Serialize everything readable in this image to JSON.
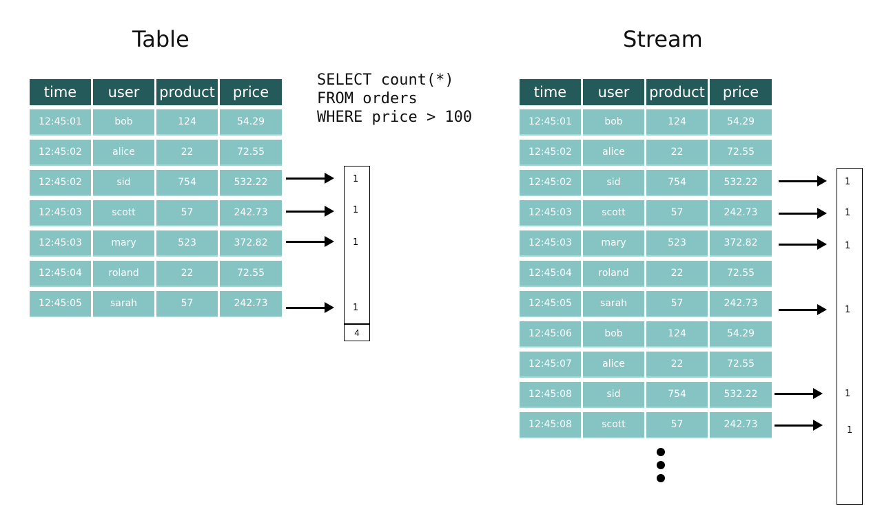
{
  "table_panel": {
    "title": "Table",
    "columns": [
      "time",
      "user",
      "product",
      "price"
    ],
    "rows": [
      [
        "12:45:01",
        "bob",
        "124",
        "54.29"
      ],
      [
        "12:45:02",
        "alice",
        "22",
        "72.55"
      ],
      [
        "12:45:02",
        "sid",
        "754",
        "532.22"
      ],
      [
        "12:45:03",
        "scott",
        "57",
        "242.73"
      ],
      [
        "12:45:03",
        "mary",
        "523",
        "372.82"
      ],
      [
        "12:45:04",
        "roland",
        "22",
        "72.55"
      ],
      [
        "12:45:05",
        "sarah",
        "57",
        "242.73"
      ]
    ],
    "counts": [
      "1",
      "1",
      "1",
      "1"
    ],
    "total": "4"
  },
  "query": {
    "lines": [
      "SELECT count(*)",
      "FROM orders",
      "WHERE price > 100"
    ]
  },
  "stream_panel": {
    "title": "Stream",
    "columns": [
      "time",
      "user",
      "product",
      "price"
    ],
    "rows": [
      [
        "12:45:01",
        "bob",
        "124",
        "54.29"
      ],
      [
        "12:45:02",
        "alice",
        "22",
        "72.55"
      ],
      [
        "12:45:02",
        "sid",
        "754",
        "532.22"
      ],
      [
        "12:45:03",
        "scott",
        "57",
        "242.73"
      ],
      [
        "12:45:03",
        "mary",
        "523",
        "372.82"
      ],
      [
        "12:45:04",
        "roland",
        "22",
        "72.55"
      ],
      [
        "12:45:05",
        "sarah",
        "57",
        "242.73"
      ],
      [
        "12:45:06",
        "bob",
        "124",
        "54.29"
      ],
      [
        "12:45:07",
        "alice",
        "22",
        "72.55"
      ],
      [
        "12:45:08",
        "sid",
        "754",
        "532.22"
      ],
      [
        "12:45:08",
        "scott",
        "57",
        "242.73"
      ]
    ],
    "counts": [
      "1",
      "1",
      "1",
      "1",
      "1",
      "1"
    ],
    "continuation": "vertical-ellipsis"
  }
}
